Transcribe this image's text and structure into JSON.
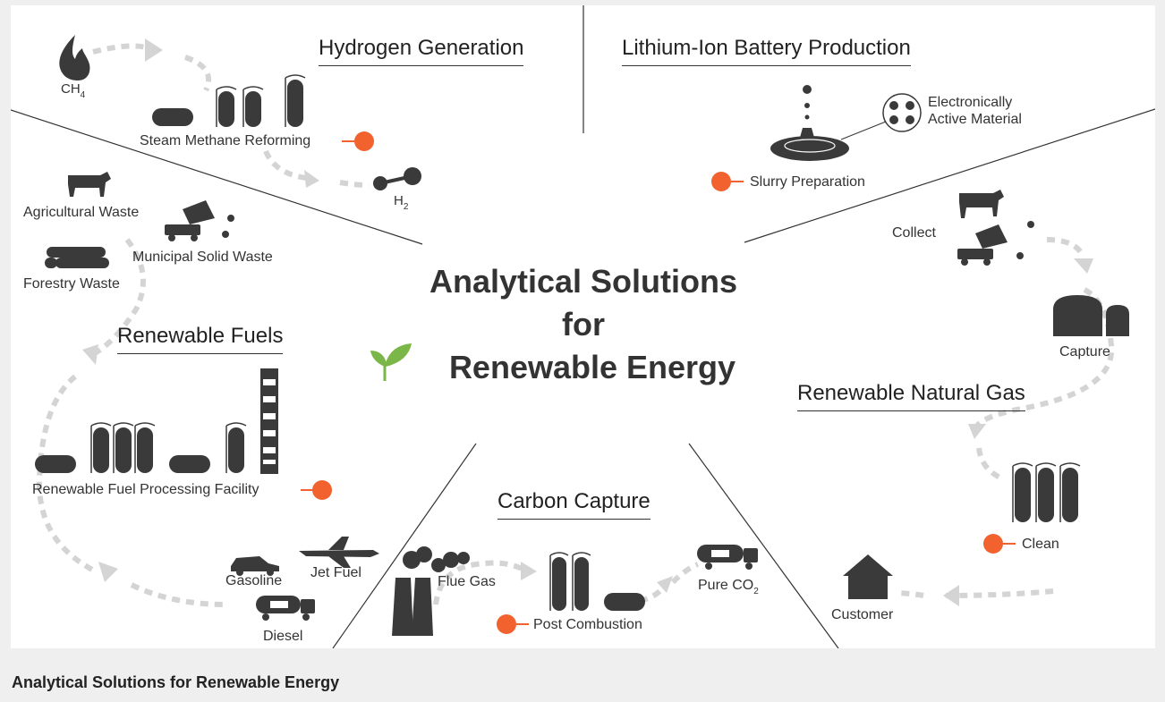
{
  "main_title": {
    "line1": "Analytical Solutions",
    "line2": "for",
    "line3": "Renewable Energy",
    "leaf_icon": "sprout-icon"
  },
  "sections": {
    "hydrogen": "Hydrogen Generation",
    "lithium": "Lithium-Ion Battery Production",
    "fuels": "Renewable Fuels",
    "gas": "Renewable Natural Gas",
    "carbon": "Carbon Capture"
  },
  "hydrogen": {
    "ch4_main": "CH",
    "ch4_sub": "4",
    "steam": "Steam Methane Reforming",
    "h2_main": "H",
    "h2_sub": "2"
  },
  "lithium": {
    "material_line1": "Electronically",
    "material_line2": "Active Material",
    "slurry": "Slurry Preparation"
  },
  "fuels": {
    "agri": "Agricultural Waste",
    "municipal": "Municipal Solid Waste",
    "forestry": "Forestry Waste",
    "facility": "Renewable Fuel Processing Facility",
    "gasoline": "Gasoline",
    "jet": "Jet Fuel",
    "diesel": "Diesel"
  },
  "gas": {
    "collect": "Collect",
    "capture": "Capture",
    "clean": "Clean",
    "customer": "Customer"
  },
  "carbon": {
    "flue": "Flue Gas",
    "post": "Post Combustion",
    "pure_main": "Pure CO",
    "pure_sub": "2"
  },
  "colors": {
    "accent": "#f1622e",
    "icon": "#3a3a3a",
    "arrow": "#d4d4d4",
    "leaf": "#7ab648"
  },
  "caption": "Analytical Solutions for Renewable Energy"
}
